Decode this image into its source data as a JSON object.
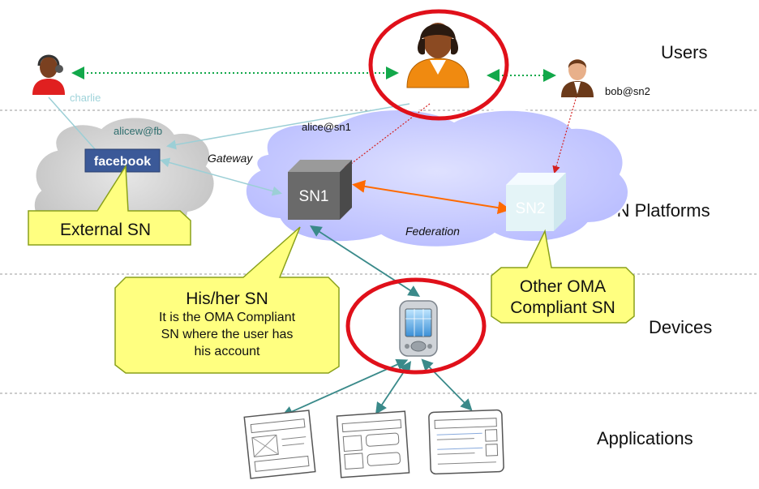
{
  "layers": {
    "users": "Users",
    "platforms": "SN Platforms",
    "devices": "Devices",
    "applications": "Applications"
  },
  "users": {
    "charlie": "charlie",
    "bob": "bob@sn2",
    "alice_sn1": "alice@sn1",
    "alice_fb": "alicew@fb"
  },
  "platforms": {
    "facebook_logo": "facebook",
    "sn1": "SN1",
    "sn2": "SN2"
  },
  "links": {
    "gateway": "Gateway",
    "federation": "Federation"
  },
  "callouts": {
    "external": "External SN",
    "his_her_title": "His/her SN",
    "his_her_line1": "It is the OMA Compliant",
    "his_her_line2": "SN where the user has",
    "his_her_line3": "his account",
    "other_line1": "Other OMA",
    "other_line2": "Compliant SN"
  },
  "colors": {
    "highlight_ring": "#e0101a",
    "callout_fill": "#ffff80",
    "cloud_platforms": "#c9ccff",
    "cloud_external": "#d4d4d4",
    "federation_arrow": "#ff6a00",
    "device_arrow": "#3a8a8a",
    "user_link": "#12a84a",
    "red_link": "#d42020"
  },
  "icons": [
    "person-icon",
    "cube-icon",
    "cloud-icon",
    "phone-icon",
    "app-sketch-icon"
  ]
}
